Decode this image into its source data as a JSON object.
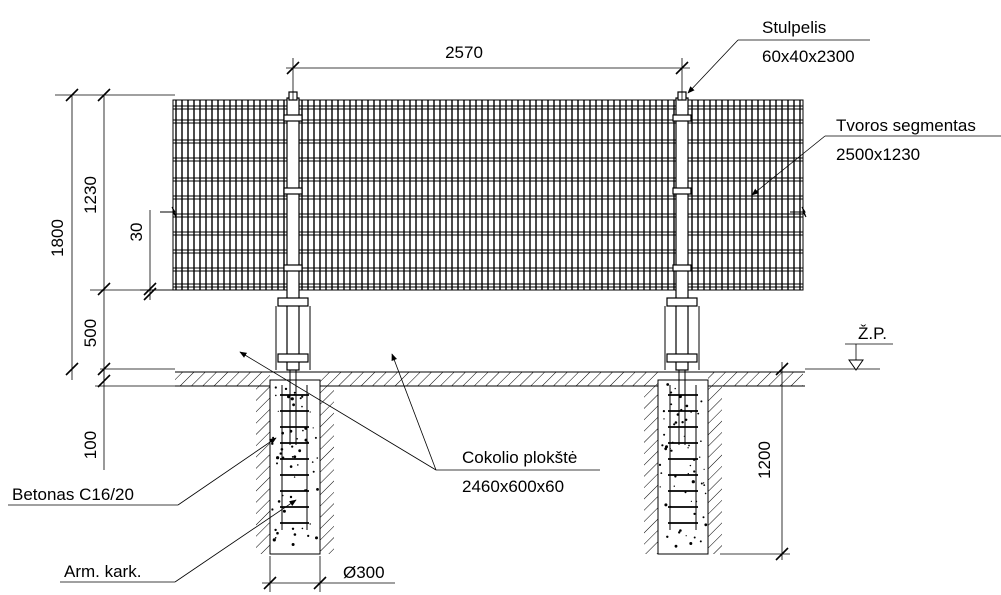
{
  "labels": {
    "post_title": "Stulpelis",
    "post_size": "60x40x2300",
    "segment_title": "Tvoros segmentas",
    "segment_size": "2500x1230",
    "plinth_title": "Cokolio plokštė",
    "plinth_size": "2460x600x60",
    "concrete": "Betonas C16/20",
    "rebar": "Arm. kark.",
    "ground_mark": "Ž.P."
  },
  "dimensions": {
    "span": "2570",
    "total_height": "1800",
    "panel_height": "1230",
    "gap": "30",
    "plinth_height": "500",
    "below_ground": "100",
    "foundation_depth": "1200",
    "foundation_diameter": "Ø300"
  }
}
